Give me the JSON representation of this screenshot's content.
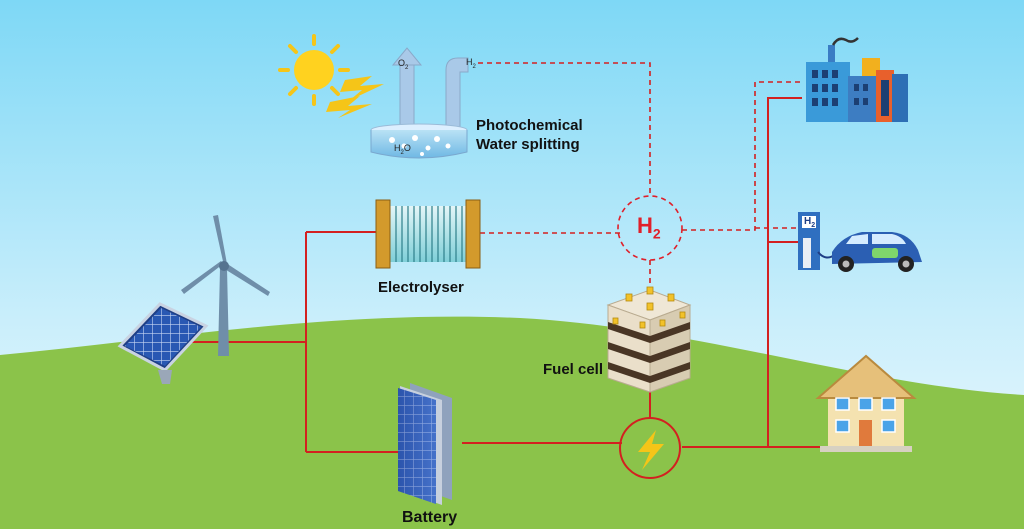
{
  "labels": {
    "photochemical_line1": "Photochemical",
    "photochemical_line2": "Water splitting",
    "electrolyser": "Electrolyser",
    "fuel_cell": "Fuel cell",
    "battery": "Battery"
  },
  "hub": {
    "symbol": "H",
    "subscript": "2"
  },
  "molecules": {
    "o2": "O",
    "o2_sub": "2",
    "h2": "H",
    "h2_sub": "2",
    "h2o_h": "H",
    "h2o_sub": "2",
    "h2o_o": "O"
  },
  "station_sign": {
    "symbol": "H",
    "subscript": "2"
  },
  "colors": {
    "sky_top": "#7ed8f6",
    "sky_bottom": "#f2fbfe",
    "grass": "#8bc34a",
    "connection_red": "#d32020",
    "hub_red": "#e0202a",
    "lightning": "#f5c518"
  },
  "icons": [
    "sun-icon",
    "wind-turbine-icon",
    "solar-panel-icon",
    "electrolyser-icon",
    "photochemical-cell-icon",
    "fuel-cell-icon",
    "battery-icon",
    "power-bolt-icon",
    "factory-icon",
    "hydrogen-car-icon",
    "house-icon"
  ]
}
